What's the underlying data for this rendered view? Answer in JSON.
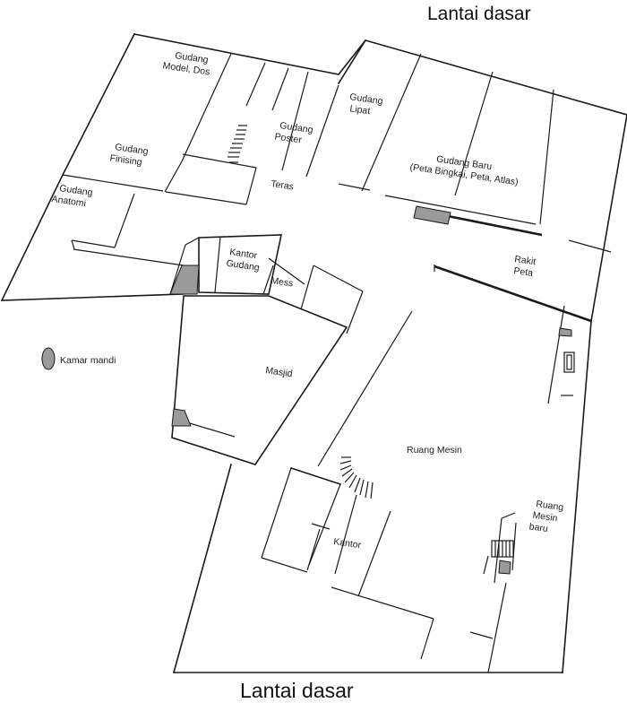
{
  "titles": {
    "top": "Lantai dasar",
    "bottom": "Lantai dasar"
  },
  "rooms": {
    "gudang_model_1": "Gudang",
    "gudang_model_2": "Model, Dos",
    "gudang_finising_1": "Gudang",
    "gudang_finising_2": "Finising",
    "gudang_anatomi_1": "Gudang",
    "gudang_anatomi_2": "Anatomi",
    "gudang_poster_1": "Gudang",
    "gudang_poster_2": "Poster",
    "gudang_lipat_1": "Gudang",
    "gudang_lipat_2": "Lipat",
    "gudang_baru_1": "Gudang Baru",
    "gudang_baru_2": "(Peta Bingkai, Peta, Atlas)",
    "teras": "Teras",
    "rakit_peta_1": "Rakit",
    "rakit_peta_2": "Peta",
    "kantor_gudang_1": "Kantor",
    "kantor_gudang_2": "Gudang",
    "mess": "Mess",
    "masjid": "Masjid",
    "kamar_mandi": "Kamar mandi",
    "ruang_mesin": "Ruang Mesin",
    "ruang_mesin_baru_1": "Ruang",
    "ruang_mesin_baru_2": "Mesin",
    "ruang_mesin_baru_3": "baru",
    "kantor": "Kantor"
  },
  "colors": {
    "wall": "#1a1a1a",
    "shade": "#9a9a9a",
    "background": "#ffffff"
  }
}
